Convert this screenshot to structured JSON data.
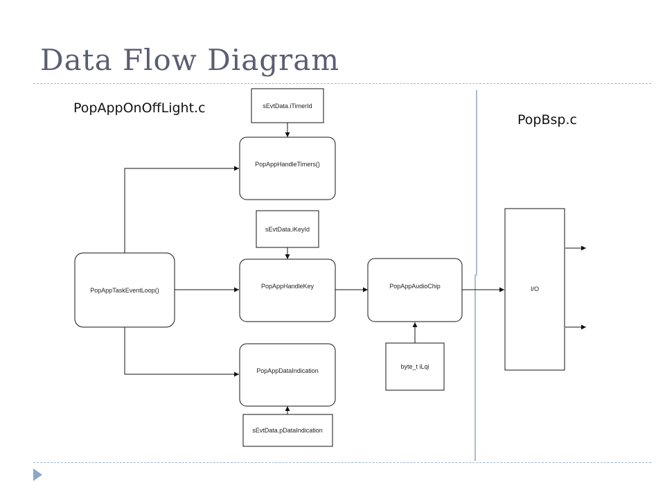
{
  "slide": {
    "title": "Data Flow Diagram"
  },
  "files": {
    "left": "PopAppOnOffLight.c",
    "right": "PopBsp.c"
  },
  "nodes": {
    "event_loop": "PopAppTaskEventLoop()",
    "handle_timers": "PopAppHandleTimers()",
    "handle_key": "PopAppHandleKey",
    "data_indication": "PopAppDataIndication",
    "audio_chip": "PopAppAudioChip",
    "io": "I/O",
    "timer_id": "sEvtData.iTimerId",
    "key_id": "sEvtData.iKeyId",
    "data_ind_param": "sEvtData.pDataIndication",
    "lqi": "byte_t iLqi"
  }
}
